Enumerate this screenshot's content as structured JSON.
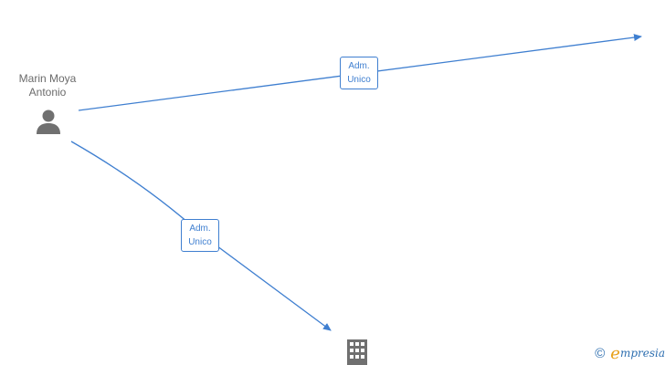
{
  "nodes": {
    "person": {
      "name_line1": "Marin Moya",
      "name_line2": "Antonio",
      "icon": "person-icon"
    },
    "company_bottom": {
      "icon": "building-icon"
    }
  },
  "edges": [
    {
      "line1": "Adm.",
      "line2": "Unico"
    },
    {
      "line1": "Adm.",
      "line2": "Unico"
    }
  ],
  "brand": {
    "copyright_symbol": "©",
    "logo_initial": "e",
    "name": "mpresia"
  },
  "colors": {
    "edge": "#3f7fd0",
    "icon": "#707070",
    "brand_blue": "#2e6fb0",
    "brand_orange": "#e8a018"
  }
}
